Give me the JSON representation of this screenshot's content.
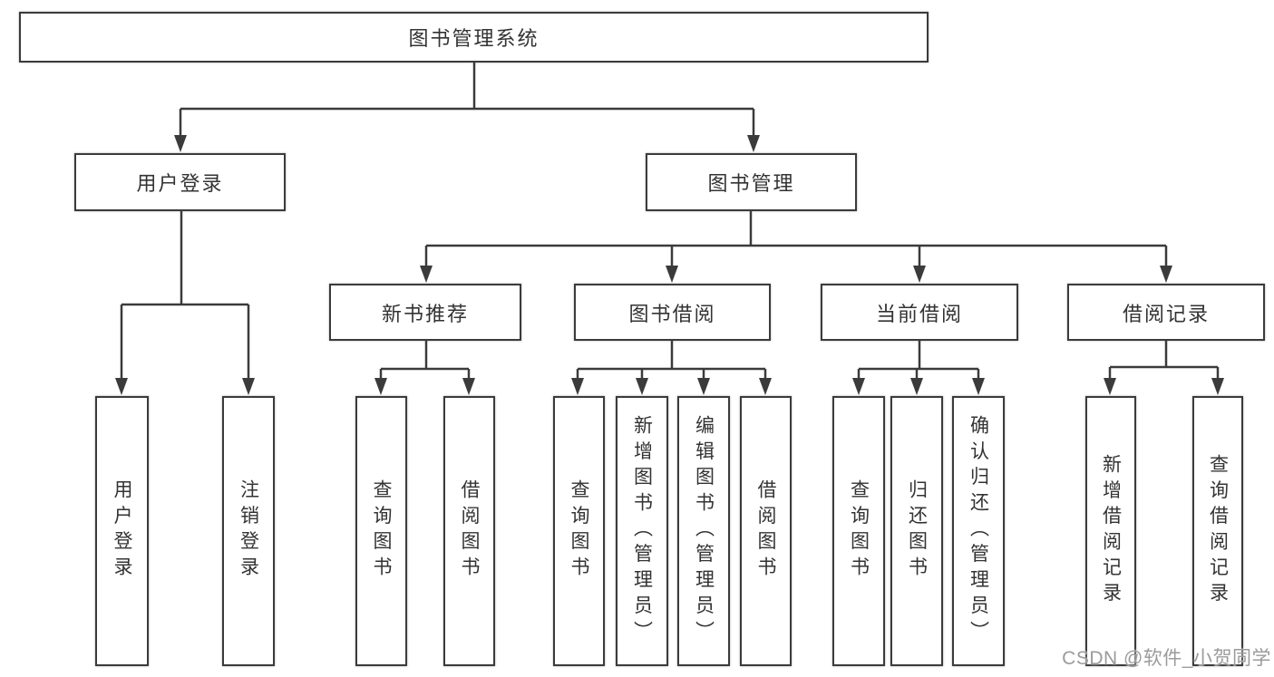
{
  "tree": {
    "label": "图书管理系统",
    "children": [
      {
        "label": "用户登录",
        "children": [
          {
            "label": "用户登录"
          },
          {
            "label": "注销登录"
          }
        ]
      },
      {
        "label": "图书管理",
        "children": [
          {
            "label": "新书推荐",
            "children": [
              {
                "label": "查询图书"
              },
              {
                "label": "借阅图书"
              }
            ]
          },
          {
            "label": "图书借阅",
            "children": [
              {
                "label": "查询图书"
              },
              {
                "label": "新增图书（管理员）"
              },
              {
                "label": "编辑图书（管理员）"
              },
              {
                "label": "借阅图书"
              }
            ]
          },
          {
            "label": "当前借阅",
            "children": [
              {
                "label": "查询图书"
              },
              {
                "label": "归还图书"
              },
              {
                "label": "确认归还（管理员）"
              }
            ]
          },
          {
            "label": "借阅记录",
            "children": [
              {
                "label": "新增借阅记录"
              },
              {
                "label": "查询借阅记录"
              }
            ]
          }
        ]
      }
    ]
  },
  "watermark": {
    "text": "CSDN @软件_小贺同学"
  },
  "colors": {
    "line": "#3b3b3b",
    "text": "#333333",
    "background": "#ffffff",
    "watermark": "#9b9b9b"
  }
}
